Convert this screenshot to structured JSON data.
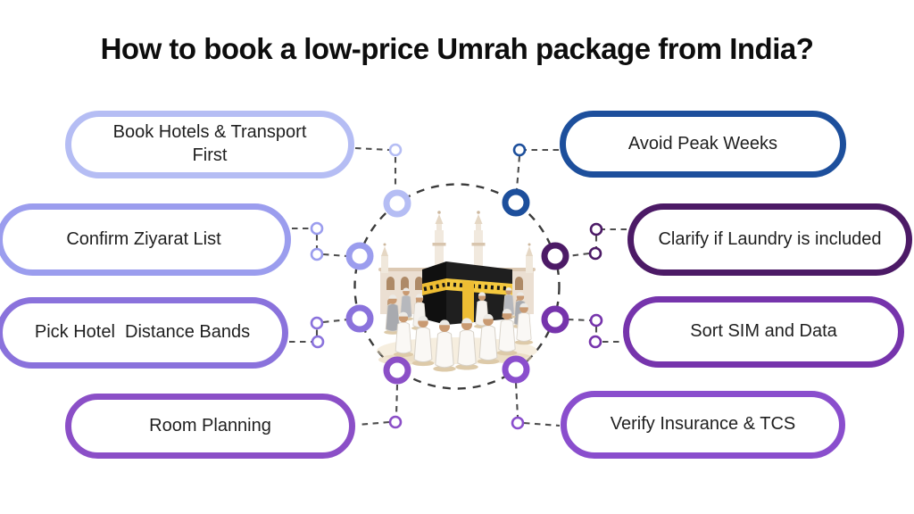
{
  "title": "How to book a low-price Umrah package from India?",
  "center": {
    "illustration": "kaaba-with-pilgrims"
  },
  "branches": [
    {
      "side": "left",
      "label": "Book Hotels & Transport First",
      "color": "#b5bdf4"
    },
    {
      "side": "left",
      "label": "Confirm Ziyarat List",
      "color": "#9b9dee"
    },
    {
      "side": "left",
      "label": "Pick Hotel  Distance Bands",
      "color": "#8a72dc"
    },
    {
      "side": "left",
      "label": "Room Planning",
      "color": "#8b4fc7"
    },
    {
      "side": "right",
      "label": "Avoid Peak Weeks",
      "color": "#1d4f9c"
    },
    {
      "side": "right",
      "label": "Clarify if Laundry is included",
      "color": "#4c1a66"
    },
    {
      "side": "right",
      "label": "Sort SIM and Data",
      "color": "#7634ac"
    },
    {
      "side": "right",
      "label": "Verify Insurance & TCS",
      "color": "#8a4ecd"
    }
  ],
  "colors": {
    "background": "#ffffff",
    "title_text": "#0d0d0d",
    "box_text": "#1f1f1f",
    "dashed_circle": "#3b3b3b",
    "connector_line": "#4d4d4d"
  }
}
